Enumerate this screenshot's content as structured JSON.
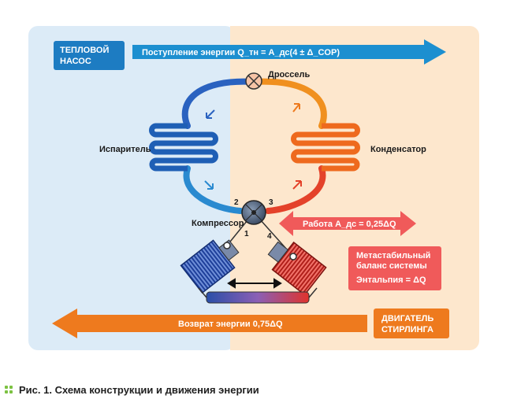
{
  "diagram": {
    "heat_pump_label": [
      "ТЕПЛОВОЙ",
      "НАСОС"
    ],
    "energy_in": "Поступление энергии Q_тн = A_дс(4 ± Δ_COP)",
    "throttle": "Дроссель",
    "evaporator": "Испаритель",
    "condenser": "Конденсатор",
    "compressor": "Компрессор",
    "work": "Работа A_дс = 0,25ΔQ",
    "metastable": [
      "Метастабильный",
      "баланс системы"
    ],
    "enthalpy": "Энтальпия = ΔQ",
    "stirling_label": [
      "ДВИГАТЕЛЬ",
      "СТИРЛИНГА"
    ],
    "energy_return": "Возврат энергии 0,75ΔQ",
    "point_numbers": [
      "1",
      "2",
      "3",
      "4"
    ]
  },
  "caption": "Рис. 1. Схема конструкции и движения энергии",
  "colors": {
    "blue_zone": "#dcebf7",
    "orange_zone": "#fde7cd",
    "arrow_blue": "#1c8fd0",
    "arrow_orange": "#ee7a1e",
    "label_box_blue": "#1d7cc2",
    "label_box_orange": "#ee7a1e",
    "work_red": "#f05a5a",
    "caption_dots": "#7cc242"
  }
}
